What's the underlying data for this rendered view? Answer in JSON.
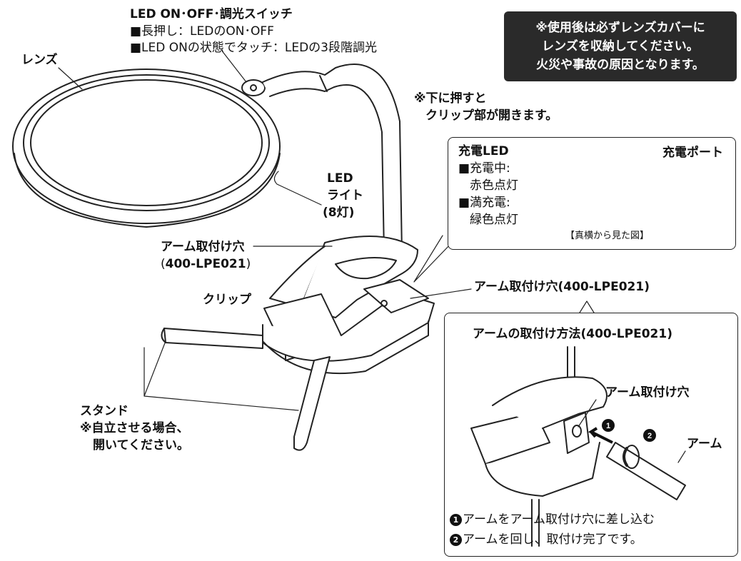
{
  "switch": {
    "title": "LED ON･OFF･調光スイッチ",
    "line1": "■長押し：LEDのON･OFF",
    "line2": "■LED ONの状態でタッチ：LEDの3段階調光"
  },
  "lens": {
    "label": "レンズ"
  },
  "warning": {
    "line1": "※使用後は必ずレンズカバーに",
    "line2": "レンズを収納してください。",
    "line3": "火災や事故の原因となります。"
  },
  "press_note": {
    "line1": "※下に押すと",
    "line2": "クリップ部が開きます。"
  },
  "led_light": {
    "line1": "LED",
    "line2": "ライト",
    "line3": "(8灯)"
  },
  "charging": {
    "led_title": "充電LED",
    "charging_label": "■充電中:",
    "charging_state": "赤色点灯",
    "full_label": "■満充電:",
    "full_state": "緑色点灯",
    "port_label": "充電ポート",
    "caption": "【真横から見た図】"
  },
  "arm_hole_left": {
    "line1": "アーム取付け穴",
    "line2_pre": "(",
    "line2_code": "400-LPE021",
    "line2_post": ")"
  },
  "clip": {
    "label": "クリップ"
  },
  "arm_hole_right": {
    "text": "アーム取付け穴(",
    "code": "400-LPE021",
    "post": ")"
  },
  "method": {
    "title_pre": "アームの取付け方法(",
    "title_code": "400-LPE021",
    "title_post": ")",
    "hole_label": "アーム取付け穴",
    "arm_label": "アーム",
    "step1_num": "1",
    "step1": "アームをアーム取付け穴に差し込む",
    "step2_num": "2",
    "step2": "アームを回し、取付け完了です。"
  },
  "stand": {
    "title": "スタンド",
    "note1": "※自立させる場合、",
    "note2": "開いてください。"
  }
}
